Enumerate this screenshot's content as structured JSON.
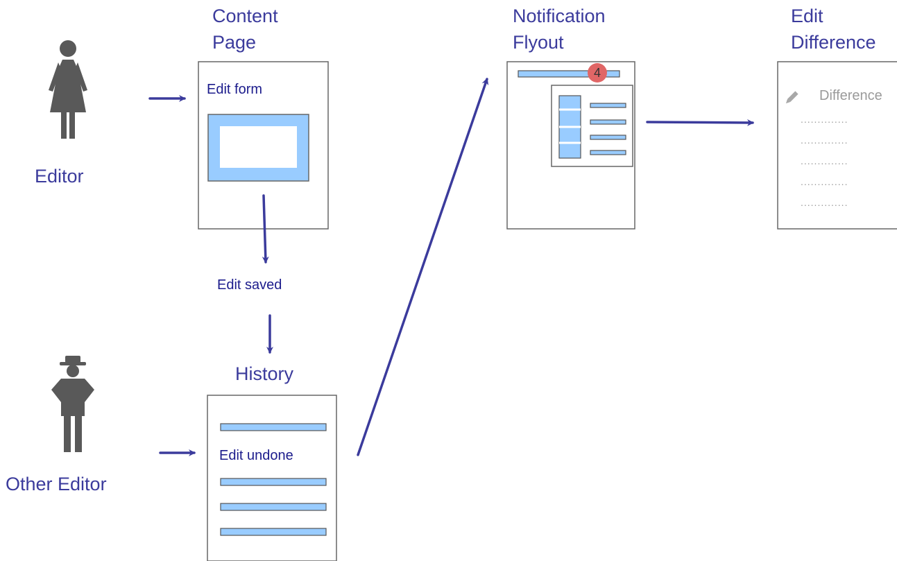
{
  "actors": {
    "editor": "Editor",
    "other_editor": "Other Editor"
  },
  "screens": {
    "content_page": {
      "title_line1": "Content",
      "title_line2": "Page",
      "edit_form": "Edit form"
    },
    "history": {
      "title": "History",
      "edit_undone": "Edit undone"
    },
    "notification_flyout": {
      "title_line1": "Notification",
      "title_line2": "Flyout",
      "badge_count": "4"
    },
    "edit_difference": {
      "title_line1": "Edit",
      "title_line2": "Difference",
      "difference_label": "Difference",
      "dotted_lines": [
        "..............",
        "..............",
        "..............",
        "..............",
        ".............."
      ]
    }
  },
  "flow": {
    "edit_saved": "Edit saved"
  },
  "colors": {
    "accent": "#3b3b9c",
    "bar_fill": "#99ccff",
    "badge": "#e06666",
    "person": "#595959"
  },
  "icons": {
    "editor_figure": "person-female-icon",
    "other_editor_figure": "person-hat-icon",
    "pencil": "pencil-icon"
  }
}
